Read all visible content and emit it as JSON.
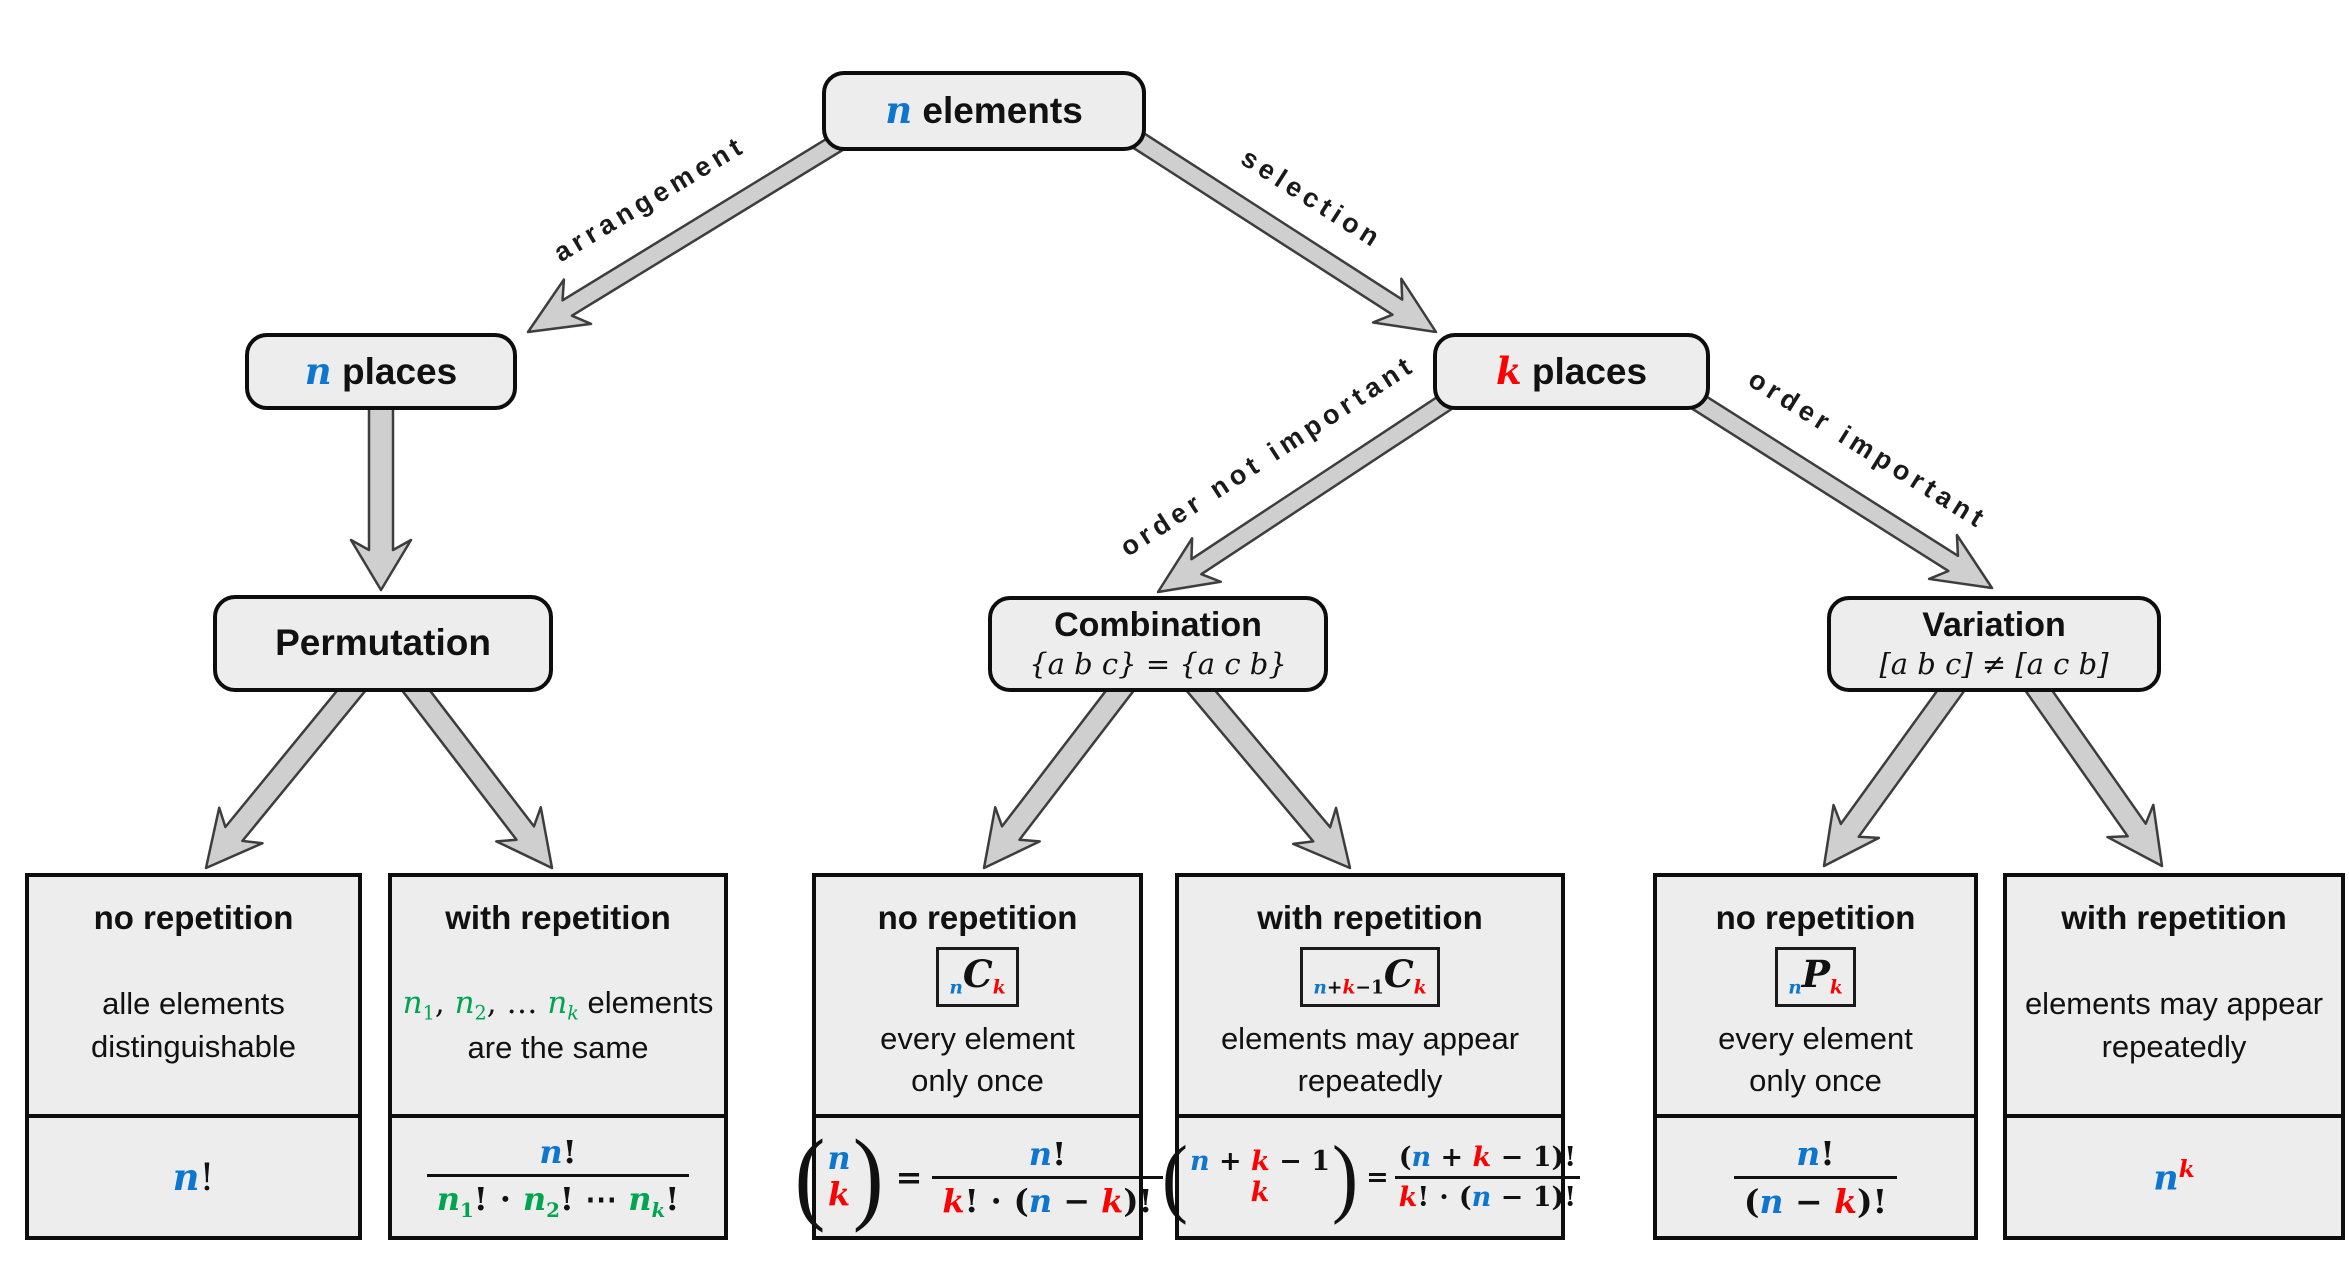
{
  "colors": {
    "blue": "#0D76D1",
    "red": "#FF0000",
    "green": "#00A550",
    "box_fill": "#EDEDED",
    "arrow_fill": "#CFCFCF",
    "border": "#0d0d0d"
  },
  "nodes": {
    "root": {
      "title": [
        {
          "t": "n",
          "k": "mi",
          "c": "blue"
        },
        {
          "t": " elements"
        }
      ]
    },
    "n_places": {
      "title": [
        {
          "t": "n",
          "k": "mi",
          "c": "blue"
        },
        {
          "t": " places"
        }
      ]
    },
    "k_places": {
      "title": [
        {
          "t": "k",
          "k": "mi",
          "c": "red"
        },
        {
          "t": " places"
        }
      ]
    },
    "permutation": {
      "title": [
        {
          "t": "Permutation"
        }
      ]
    },
    "combination": {
      "title": [
        {
          "t": "Combination"
        }
      ],
      "subtitle": "{a b c} = {a c b}"
    },
    "variation": {
      "title": [
        {
          "t": "Variation"
        }
      ],
      "subtitle": "[a b c] ≠ [a c b]"
    }
  },
  "edges": {
    "arrangement": "arrangement",
    "selection": "selection",
    "order_not_important": "order not important",
    "order_important": "order important"
  },
  "leaves": [
    {
      "header": "no repetition",
      "desc": [
        [
          {
            "t": "alle elements"
          }
        ],
        [
          {
            "t": "distinguishable"
          }
        ]
      ],
      "formula": {
        "tokens": [
          {
            "t": "n",
            "k": "mi",
            "c": "blue"
          },
          {
            "t": "!",
            "k": "mt",
            "w": "n"
          }
        ]
      }
    },
    {
      "header": "with repetition",
      "desc": [
        [
          {
            "t": "n",
            "k": "mi",
            "w": "n",
            "c": "green"
          },
          {
            "t": "1",
            "k": "mt",
            "w": "n",
            "c": "green",
            "sub": 1
          },
          {
            "t": ", ",
            "k": "mt",
            "w": "n"
          },
          {
            "t": "n",
            "k": "mi",
            "w": "n",
            "c": "green"
          },
          {
            "t": "2",
            "k": "mt",
            "w": "n",
            "c": "green",
            "sub": 1
          },
          {
            "t": ", … ",
            "k": "mt",
            "w": "n"
          },
          {
            "t": "n",
            "k": "mi",
            "w": "n",
            "c": "green"
          },
          {
            "t": "k",
            "k": "mi",
            "w": "n",
            "c": "green",
            "sub": 1
          },
          {
            "t": " elements"
          }
        ],
        [
          {
            "t": "are the same"
          }
        ]
      ],
      "formula": {
        "num": [
          {
            "t": "n",
            "k": "mi",
            "c": "blue"
          },
          {
            "t": "!",
            "k": "mt"
          }
        ],
        "den": [
          {
            "t": "n",
            "k": "mi",
            "c": "green"
          },
          {
            "t": "1",
            "k": "mt",
            "c": "green",
            "sub": 1
          },
          {
            "t": "!",
            "k": "mt"
          },
          {
            "t": " ⋅ ",
            "k": "mt"
          },
          {
            "t": "n",
            "k": "mi",
            "c": "green"
          },
          {
            "t": "2",
            "k": "mt",
            "c": "green",
            "sub": 1
          },
          {
            "t": "!",
            "k": "mt"
          },
          {
            "t": " ⋯ ",
            "k": "mt"
          },
          {
            "t": "n",
            "k": "mi",
            "c": "green"
          },
          {
            "t": "k",
            "k": "mi",
            "c": "green",
            "sub": 1
          },
          {
            "t": "!",
            "k": "mt"
          }
        ]
      }
    },
    {
      "header": "no repetition",
      "tag": [
        {
          "t": "n",
          "k": "mi",
          "c": "blue",
          "sub": 1
        },
        {
          "t": "C",
          "k": "mc"
        },
        {
          "t": "k",
          "k": "mi",
          "c": "red",
          "sub": 1
        }
      ],
      "desc": [
        [
          {
            "t": "every element"
          }
        ],
        [
          {
            "t": "only once"
          }
        ]
      ],
      "formula": {
        "top": [
          {
            "t": "n",
            "k": "mi",
            "c": "blue"
          }
        ],
        "bot": [
          {
            "t": "k",
            "k": "mi",
            "c": "red"
          }
        ],
        "eq": "=",
        "num": [
          {
            "t": "n",
            "k": "mi",
            "c": "blue"
          },
          {
            "t": "!",
            "k": "mt"
          }
        ],
        "den": [
          {
            "t": "k",
            "k": "mi",
            "c": "red"
          },
          {
            "t": "!",
            "k": "mt"
          },
          {
            "t": " ⋅ (",
            "k": "mt"
          },
          {
            "t": "n",
            "k": "mi",
            "c": "blue"
          },
          {
            "t": " − ",
            "k": "mt"
          },
          {
            "t": "k",
            "k": "mi",
            "c": "red"
          },
          {
            "t": ")!",
            "k": "mt"
          }
        ]
      }
    },
    {
      "header": "with repetition",
      "tag": [
        {
          "t": "n",
          "k": "mi",
          "c": "blue",
          "sub": 1
        },
        {
          "t": "+",
          "k": "mt",
          "sub": 1
        },
        {
          "t": "k",
          "k": "mi",
          "c": "red",
          "sub": 1
        },
        {
          "t": "−1",
          "k": "mt",
          "sub": 1
        },
        {
          "t": "C",
          "k": "mc"
        },
        {
          "t": "k",
          "k": "mi",
          "c": "red",
          "sub": 1
        }
      ],
      "desc": [
        [
          {
            "t": "elements may appear"
          }
        ],
        [
          {
            "t": "repeatedly"
          }
        ]
      ],
      "formula": {
        "top": [
          {
            "t": "n",
            "k": "mi",
            "c": "blue"
          },
          {
            "t": " + ",
            "k": "mt"
          },
          {
            "t": "k",
            "k": "mi",
            "c": "red"
          },
          {
            "t": " − ",
            "k": "mt"
          },
          {
            "t": "1",
            "k": "mt"
          }
        ],
        "bot": [
          {
            "t": "k",
            "k": "mi",
            "c": "red"
          }
        ],
        "eq": "=",
        "num": [
          {
            "t": "(",
            "k": "mt"
          },
          {
            "t": "n",
            "k": "mi",
            "c": "blue"
          },
          {
            "t": " + ",
            "k": "mt"
          },
          {
            "t": "k",
            "k": "mi",
            "c": "red"
          },
          {
            "t": " − ",
            "k": "mt"
          },
          {
            "t": "1",
            "k": "mt"
          },
          {
            "t": ")!",
            "k": "mt"
          }
        ],
        "den": [
          {
            "t": "k",
            "k": "mi",
            "c": "red"
          },
          {
            "t": "!",
            "k": "mt"
          },
          {
            "t": " ⋅ (",
            "k": "mt"
          },
          {
            "t": "n",
            "k": "mi",
            "c": "blue"
          },
          {
            "t": " − ",
            "k": "mt"
          },
          {
            "t": "1",
            "k": "mt"
          },
          {
            "t": ")!",
            "k": "mt"
          }
        ]
      }
    },
    {
      "header": "no repetition",
      "tag": [
        {
          "t": "n",
          "k": "mi",
          "c": "blue",
          "sub": 1
        },
        {
          "t": "P",
          "k": "mc"
        },
        {
          "t": "k",
          "k": "mi",
          "c": "red",
          "sub": 1
        }
      ],
      "desc": [
        [
          {
            "t": "every element"
          }
        ],
        [
          {
            "t": "only once"
          }
        ]
      ],
      "formula": {
        "num": [
          {
            "t": "n",
            "k": "mi",
            "c": "blue"
          },
          {
            "t": "!",
            "k": "mt"
          }
        ],
        "den": [
          {
            "t": "(",
            "k": "mt"
          },
          {
            "t": "n",
            "k": "mi",
            "c": "blue"
          },
          {
            "t": " − ",
            "k": "mt"
          },
          {
            "t": "k",
            "k": "mi",
            "c": "red"
          },
          {
            "t": ")!",
            "k": "mt"
          }
        ]
      }
    },
    {
      "header": "with repetition",
      "desc": [
        [
          {
            "t": "elements may appear"
          }
        ],
        [
          {
            "t": "repeatedly"
          }
        ]
      ],
      "formula": {
        "tokens": [
          {
            "t": "n",
            "k": "mi",
            "c": "blue"
          },
          {
            "t": "k",
            "k": "mi",
            "c": "red",
            "sup": 1
          }
        ]
      }
    }
  ]
}
